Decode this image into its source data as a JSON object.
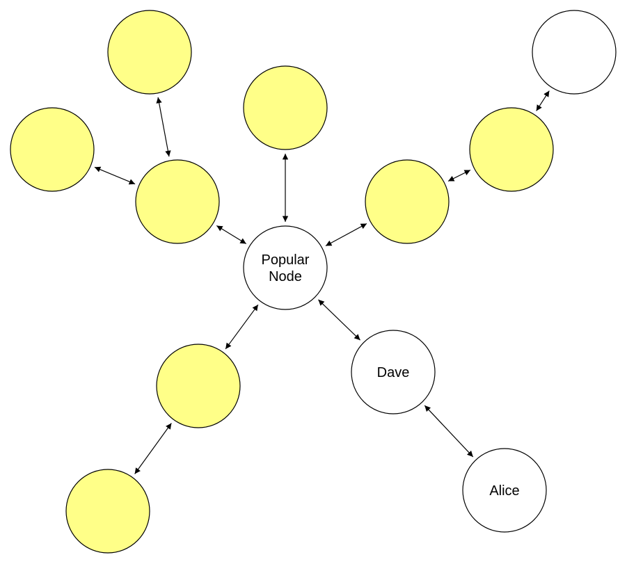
{
  "colors": {
    "highlighted": "#FFFF88",
    "plain": "#FFFFFF",
    "stroke": "#000000"
  },
  "nodes": [
    {
      "id": "popular",
      "label_lines": [
        "Popular",
        "Node"
      ],
      "highlighted": false
    },
    {
      "id": "dave",
      "label_lines": [
        "Dave"
      ],
      "highlighted": false
    },
    {
      "id": "alice",
      "label_lines": [
        "Alice"
      ],
      "highlighted": false
    },
    {
      "id": "top-right",
      "label_lines": [],
      "highlighted": false
    },
    {
      "id": "top-left",
      "label_lines": [],
      "highlighted": true
    },
    {
      "id": "left",
      "label_lines": [],
      "highlighted": true
    },
    {
      "id": "upper-left-hub",
      "label_lines": [],
      "highlighted": true
    },
    {
      "id": "top-center",
      "label_lines": [],
      "highlighted": true
    },
    {
      "id": "right-mid",
      "label_lines": [],
      "highlighted": true
    },
    {
      "id": "right-upper",
      "label_lines": [],
      "highlighted": true
    },
    {
      "id": "lower-left",
      "label_lines": [],
      "highlighted": true
    },
    {
      "id": "bottom-left",
      "label_lines": [],
      "highlighted": true
    }
  ],
  "edges": [
    {
      "from": "top-left",
      "to": "upper-left-hub",
      "bidirectional": true
    },
    {
      "from": "left",
      "to": "upper-left-hub",
      "bidirectional": true
    },
    {
      "from": "upper-left-hub",
      "to": "popular",
      "bidirectional": true
    },
    {
      "from": "top-center",
      "to": "popular",
      "bidirectional": true
    },
    {
      "from": "right-mid",
      "to": "popular",
      "bidirectional": true
    },
    {
      "from": "right-upper",
      "to": "right-mid",
      "bidirectional": true
    },
    {
      "from": "top-right",
      "to": "right-upper",
      "bidirectional": true
    },
    {
      "from": "popular",
      "to": "lower-left",
      "bidirectional": true
    },
    {
      "from": "lower-left",
      "to": "bottom-left",
      "bidirectional": true
    },
    {
      "from": "popular",
      "to": "dave",
      "bidirectional": true
    },
    {
      "from": "dave",
      "to": "alice",
      "bidirectional": true
    }
  ]
}
